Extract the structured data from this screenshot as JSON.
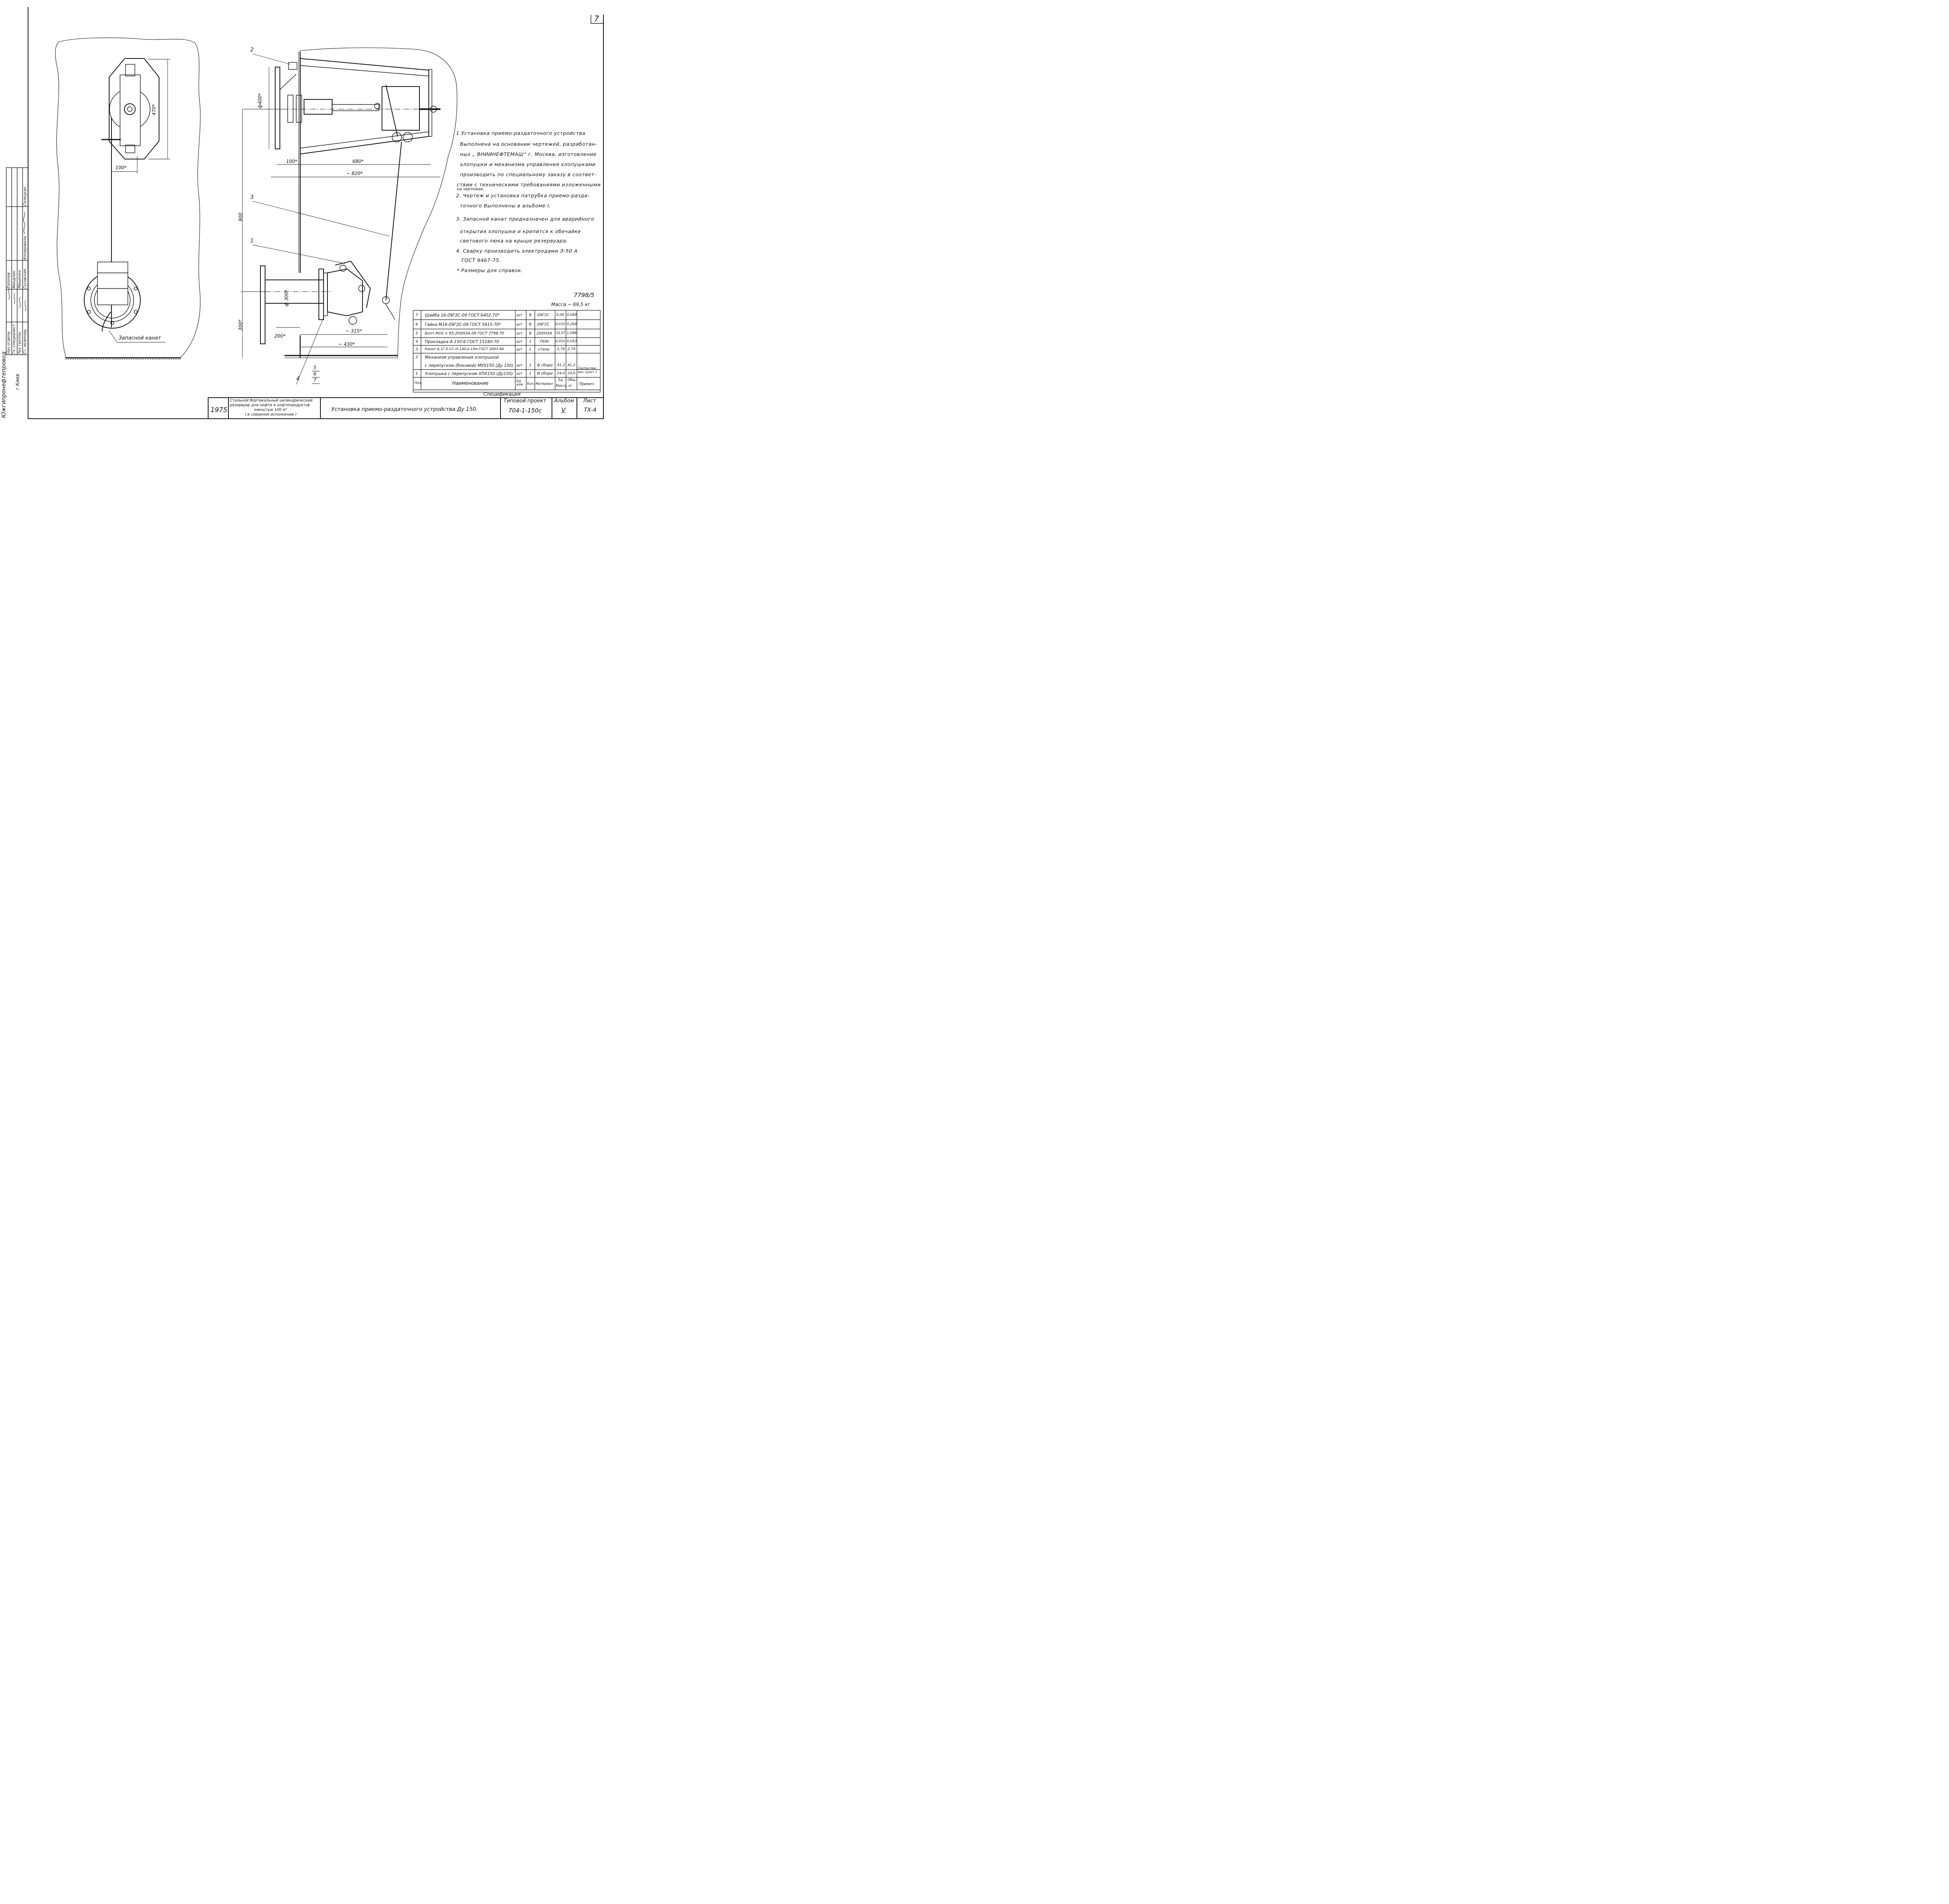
{
  "sheet_number": "7",
  "archive_number": "7798/5",
  "mass": "Масса ~ 69,5 кг",
  "notes": [
    "1 Установка приемо-раздаточного устройства",
    "Выполнена на основании чертежей, разработан-",
    "ных „ ВНИИНЕФТЕМАШ“ г. Москва; изготовление",
    "хлопушки и механизма управления хлопушками",
    "производить по специальному заказу в соответ-",
    "ствии с техническими требованиями изложенными",
    "на чертежах.",
    "2. Чертеж и установка патрубка приемо-разда-",
    "точного Выполнены в альбоме I.",
    "3. Запасной канат предназначен для аварийного",
    "открытия хлопушки и крепится к обечайке",
    "светового люка на крыше резервуара.",
    "4. Сварку производить электродами Э-50 А",
    "ГОСТ 9467-75.",
    "* Размеры для справок."
  ],
  "left_view": {
    "dim_470": "470*",
    "dim_100": "100*",
    "spare_rope": "Запасной канат"
  },
  "main_view": {
    "dim_400": "ф400*",
    "dim_100": "100*",
    "dim_680": "680*",
    "dim_820": "~ 820*",
    "dim_900": "900",
    "dim_300": "300*",
    "dim_d300": "ф 300*",
    "dim_200": "200*",
    "dim_315": "~ 315*",
    "dim_430": "~ 430*",
    "pos_1": "1",
    "pos_2": "2",
    "pos_3": "3",
    "pos_4": "4",
    "pos_5": "5",
    "pos_6": "6",
    "pos_7": "7"
  },
  "spec": {
    "title": "Спецификация",
    "rows": [
      {
        "pos": "7",
        "name": "Шайба 16-09Г2С-09 ГОСТ 6402-70*",
        "unit": "шт",
        "qty": "8",
        "mat": "09Г2С",
        "m1": "0,08",
        "m2": "0,064",
        "note": ""
      },
      {
        "pos": "6",
        "name": "Гайка М16-09Г2С-09 ГОСТ 5915-70*",
        "unit": "шт",
        "qty": "8",
        "mat": "09Г2С",
        "m1": "0,033",
        "m2": "0,264",
        "note": ""
      },
      {
        "pos": "5",
        "name": "Болт М16 × 65-20ХН3А-09 ГОСТ 7798-70",
        "unit": "шт.",
        "qty": "8",
        "mat": "20ХН3А",
        "m1": "0137",
        "m2": "1,096",
        "note": ""
      },
      {
        "pos": "4",
        "name": "Прокладка А-150-6 ГОСТ 15180-70",
        "unit": "шт",
        "qty": "1",
        "mat": "ПОН",
        "m1": "0,053",
        "m2": "0,053",
        "note": ""
      },
      {
        "pos": "3",
        "name": "Канат 6,1Г-II-СС-Н-140,е-15м ГОСТ 3063-66",
        "unit": "шт",
        "qty": "1",
        "mat": "сталь",
        "m1": "2,79",
        "m2": "2,79",
        "note": ""
      },
      {
        "pos": "2",
        "name": "Механизм управления хлопушкой",
        "unit": "",
        "qty": "",
        "mat": "",
        "m1": "",
        "m2": "",
        "note": ""
      },
      {
        "pos": "",
        "name": "с перепуском (боковой) МУХ150 (Ду 150)",
        "unit": "шт.",
        "qty": "1",
        "mat": "В сборе",
        "m1": "41,2",
        "m2": "41,2",
        "note": "Смотри при-"
      },
      {
        "pos": "1",
        "name": "Хлопушка с перепуском ХПХ150 (Ду150)",
        "unit": "шт",
        "qty": "1",
        "mat": "В сборе",
        "m1": "24,0",
        "m2": "24,0",
        "note": "меч. пункт 1"
      }
    ],
    "header": {
      "pos": "Поз.",
      "name": "Наименование",
      "unit": "Ед изм",
      "qty": "Кол.",
      "mat": "Материал",
      "m1": "Ед.",
      "m2": "Общ.",
      "mass": "Масса, кг",
      "note": "Примеч"
    }
  },
  "title_block": {
    "year": "1975",
    "object": [
      "Стальной Вертикальный цилиндрический",
      "резервуар для нефти и нефтепродуктов",
      "емкостью 100 м³",
      "( в северном исполнении )"
    ],
    "drawing_title": "Установка приемо-раздаточного устройства Ду 150.",
    "project_label": "Типовой проект",
    "project_no": "704-1-150с",
    "album_label": "Альбом",
    "album_no": "V",
    "sheet_label": "Лист",
    "sheet_no": "ТХ-4"
  },
  "side_stamp": {
    "org": "Южгипронефтепровод",
    "city": "г Киев",
    "roles": [
      "Нач отдела",
      "Гл. специалист",
      "Рук группы",
      "Ст. инженер"
    ],
    "names": [
      "Тополов",
      "Миндлин",
      "Мищенко",
      "Гусовская"
    ],
    "extra": [
      "Копировала",
      "Селецкая"
    ]
  }
}
